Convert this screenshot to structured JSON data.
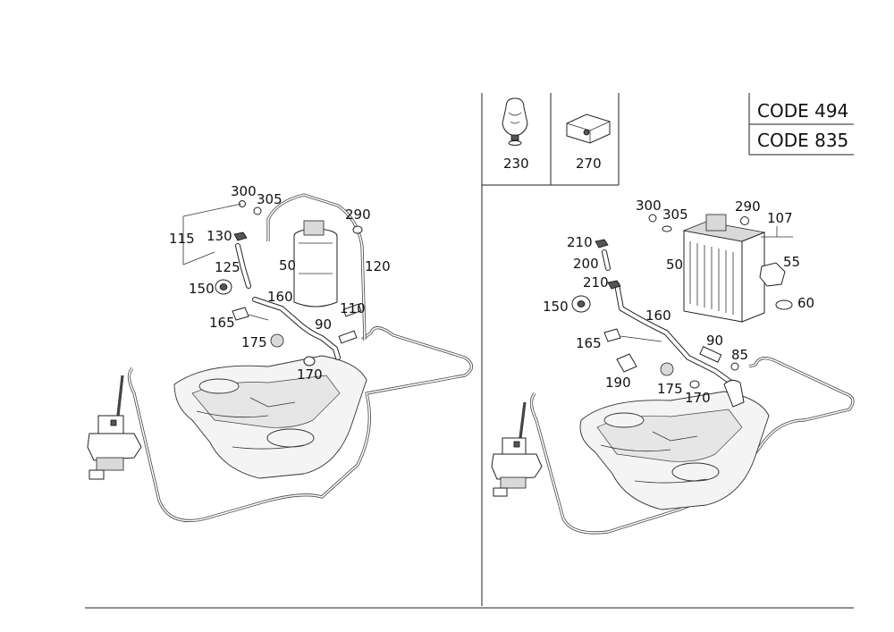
{
  "codes": [
    "CODE 494",
    "CODE 835"
  ],
  "insets": [
    "230",
    "270"
  ],
  "left": {
    "labels": [
      "300",
      "305",
      "290",
      "115",
      "130",
      "125",
      "50",
      "120",
      "150",
      "160",
      "110",
      "165",
      "90",
      "175",
      "170"
    ]
  },
  "right": {
    "labels": [
      "300",
      "305",
      "290",
      "107",
      "210",
      "200",
      "50",
      "55",
      "210",
      "150",
      "60",
      "160",
      "165",
      "90",
      "85",
      "190",
      "175",
      "170"
    ]
  }
}
